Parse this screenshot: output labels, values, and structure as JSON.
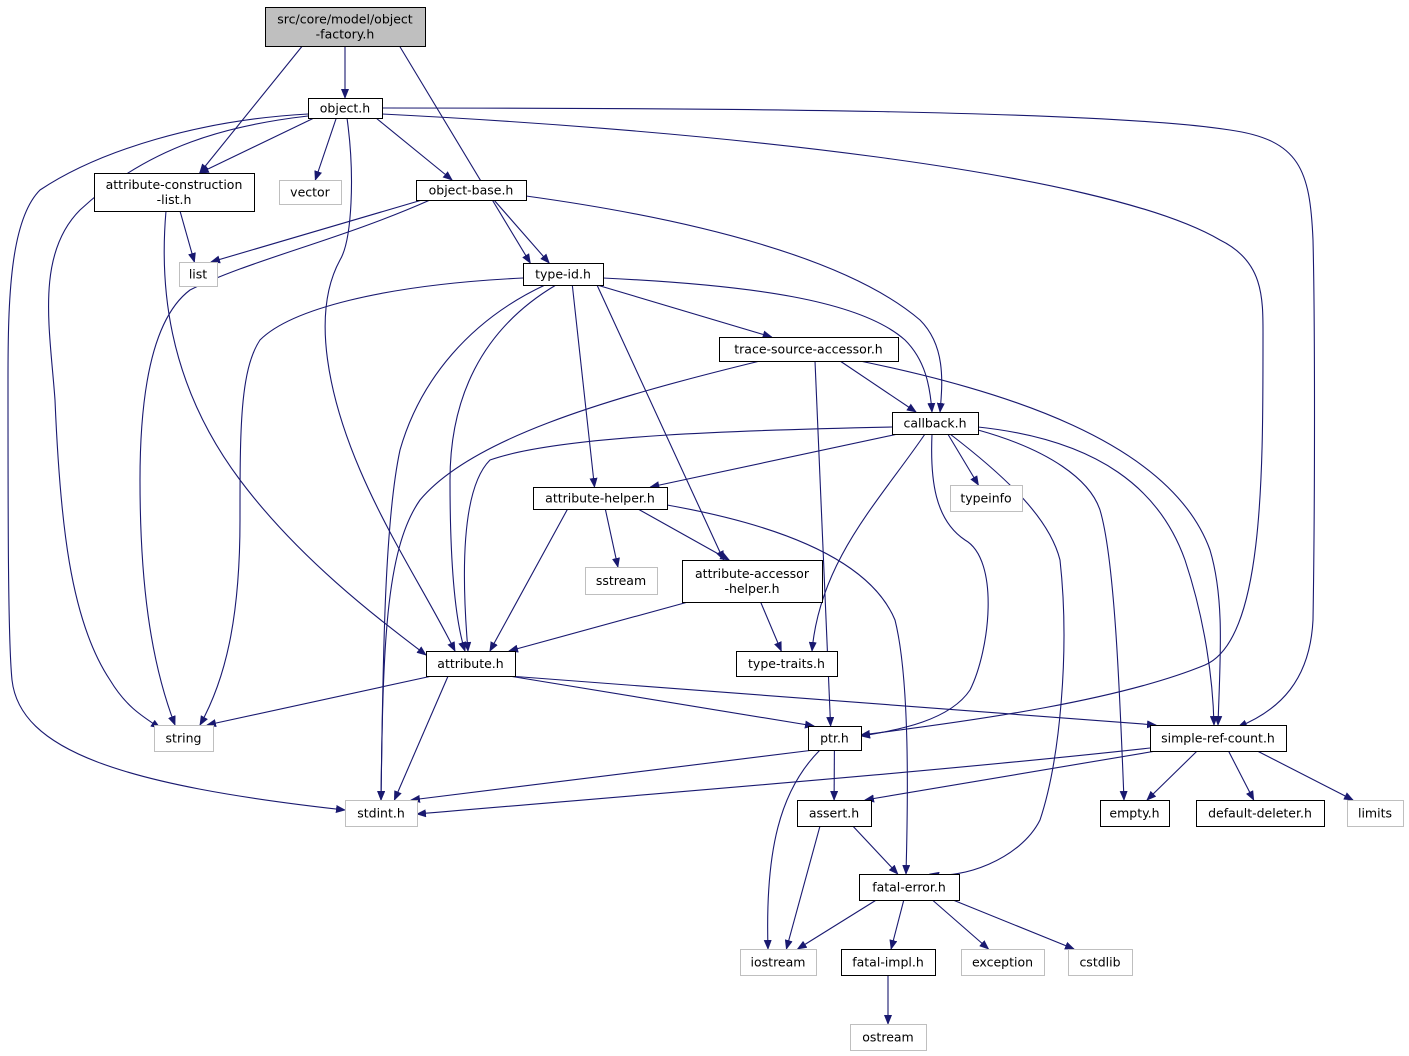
{
  "colors": {
    "edge": "#191970",
    "node_fill": "#ffffff",
    "root_fill": "#bfbfbf",
    "documented_border": "#000000",
    "external_border": "#bfbfbf"
  },
  "root": {
    "id": "root",
    "lines": [
      "src/core/model/object",
      "-factory.h"
    ]
  },
  "nodes": [
    {
      "id": "object_h",
      "lines": [
        "object.h"
      ],
      "kind": "documented"
    },
    {
      "id": "attr_construction",
      "lines": [
        "attribute-construction",
        "-list.h"
      ],
      "kind": "documented"
    },
    {
      "id": "vector",
      "lines": [
        "vector"
      ],
      "kind": "external"
    },
    {
      "id": "object_base",
      "lines": [
        "object-base.h"
      ],
      "kind": "documented"
    },
    {
      "id": "list",
      "lines": [
        "list"
      ],
      "kind": "external"
    },
    {
      "id": "type_id",
      "lines": [
        "type-id.h"
      ],
      "kind": "documented"
    },
    {
      "id": "trace_source",
      "lines": [
        "trace-source-accessor.h"
      ],
      "kind": "documented"
    },
    {
      "id": "callback",
      "lines": [
        "callback.h"
      ],
      "kind": "documented"
    },
    {
      "id": "typeinfo",
      "lines": [
        "typeinfo"
      ],
      "kind": "external"
    },
    {
      "id": "attr_helper",
      "lines": [
        "attribute-helper.h"
      ],
      "kind": "documented"
    },
    {
      "id": "sstream",
      "lines": [
        "sstream"
      ],
      "kind": "external"
    },
    {
      "id": "attr_accessor",
      "lines": [
        "attribute-accessor",
        "-helper.h"
      ],
      "kind": "documented"
    },
    {
      "id": "attribute",
      "lines": [
        "attribute.h"
      ],
      "kind": "documented"
    },
    {
      "id": "type_traits",
      "lines": [
        "type-traits.h"
      ],
      "kind": "documented"
    },
    {
      "id": "string",
      "lines": [
        "string"
      ],
      "kind": "external"
    },
    {
      "id": "ptr",
      "lines": [
        "ptr.h"
      ],
      "kind": "documented"
    },
    {
      "id": "simple_ref",
      "lines": [
        "simple-ref-count.h"
      ],
      "kind": "documented"
    },
    {
      "id": "stdint",
      "lines": [
        "stdint.h"
      ],
      "kind": "external"
    },
    {
      "id": "assert",
      "lines": [
        "assert.h"
      ],
      "kind": "documented"
    },
    {
      "id": "empty",
      "lines": [
        "empty.h"
      ],
      "kind": "documented"
    },
    {
      "id": "default_deleter",
      "lines": [
        "default-deleter.h"
      ],
      "kind": "documented"
    },
    {
      "id": "limits",
      "lines": [
        "limits"
      ],
      "kind": "external"
    },
    {
      "id": "fatal_error",
      "lines": [
        "fatal-error.h"
      ],
      "kind": "documented"
    },
    {
      "id": "iostream",
      "lines": [
        "iostream"
      ],
      "kind": "external"
    },
    {
      "id": "fatal_impl",
      "lines": [
        "fatal-impl.h"
      ],
      "kind": "documented"
    },
    {
      "id": "exception",
      "lines": [
        "exception"
      ],
      "kind": "external"
    },
    {
      "id": "cstdlib",
      "lines": [
        "cstdlib"
      ],
      "kind": "external"
    },
    {
      "id": "ostream",
      "lines": [
        "ostream"
      ],
      "kind": "external"
    }
  ],
  "edges": [
    [
      "root",
      "object_h"
    ],
    [
      "root",
      "attr_construction"
    ],
    [
      "root",
      "type_id"
    ],
    [
      "object_h",
      "attr_construction"
    ],
    [
      "object_h",
      "vector"
    ],
    [
      "object_h",
      "object_base"
    ],
    [
      "object_h",
      "attribute"
    ],
    [
      "object_h",
      "string"
    ],
    [
      "object_h",
      "stdint"
    ],
    [
      "object_h",
      "ptr"
    ],
    [
      "object_h",
      "simple_ref"
    ],
    [
      "attr_construction",
      "list"
    ],
    [
      "attr_construction",
      "attribute"
    ],
    [
      "object_base",
      "list"
    ],
    [
      "object_base",
      "string"
    ],
    [
      "object_base",
      "type_id"
    ],
    [
      "object_base",
      "callback"
    ],
    [
      "type_id",
      "trace_source"
    ],
    [
      "type_id",
      "callback"
    ],
    [
      "type_id",
      "attr_helper"
    ],
    [
      "type_id",
      "attr_accessor"
    ],
    [
      "type_id",
      "attribute"
    ],
    [
      "type_id",
      "string"
    ],
    [
      "type_id",
      "stdint"
    ],
    [
      "trace_source",
      "callback"
    ],
    [
      "trace_source",
      "ptr"
    ],
    [
      "trace_source",
      "simple_ref"
    ],
    [
      "trace_source",
      "stdint"
    ],
    [
      "callback",
      "attr_helper"
    ],
    [
      "callback",
      "attribute"
    ],
    [
      "callback",
      "typeinfo"
    ],
    [
      "callback",
      "type_traits"
    ],
    [
      "callback",
      "ptr"
    ],
    [
      "callback",
      "fatal_error"
    ],
    [
      "callback",
      "empty"
    ],
    [
      "callback",
      "simple_ref"
    ],
    [
      "attr_helper",
      "sstream"
    ],
    [
      "attr_helper",
      "attr_accessor"
    ],
    [
      "attr_helper",
      "attribute"
    ],
    [
      "attr_helper",
      "fatal_error"
    ],
    [
      "attr_accessor",
      "attribute"
    ],
    [
      "attr_accessor",
      "type_traits"
    ],
    [
      "attribute",
      "string"
    ],
    [
      "attribute",
      "ptr"
    ],
    [
      "attribute",
      "simple_ref"
    ],
    [
      "attribute",
      "stdint"
    ],
    [
      "ptr",
      "stdint"
    ],
    [
      "ptr",
      "assert"
    ],
    [
      "ptr",
      "iostream"
    ],
    [
      "simple_ref",
      "stdint"
    ],
    [
      "simple_ref",
      "assert"
    ],
    [
      "simple_ref",
      "empty"
    ],
    [
      "simple_ref",
      "default_deleter"
    ],
    [
      "simple_ref",
      "limits"
    ],
    [
      "assert",
      "fatal_error"
    ],
    [
      "assert",
      "iostream"
    ],
    [
      "fatal_error",
      "iostream"
    ],
    [
      "fatal_error",
      "fatal_impl"
    ],
    [
      "fatal_error",
      "exception"
    ],
    [
      "fatal_error",
      "cstdlib"
    ],
    [
      "fatal_impl",
      "ostream"
    ]
  ]
}
